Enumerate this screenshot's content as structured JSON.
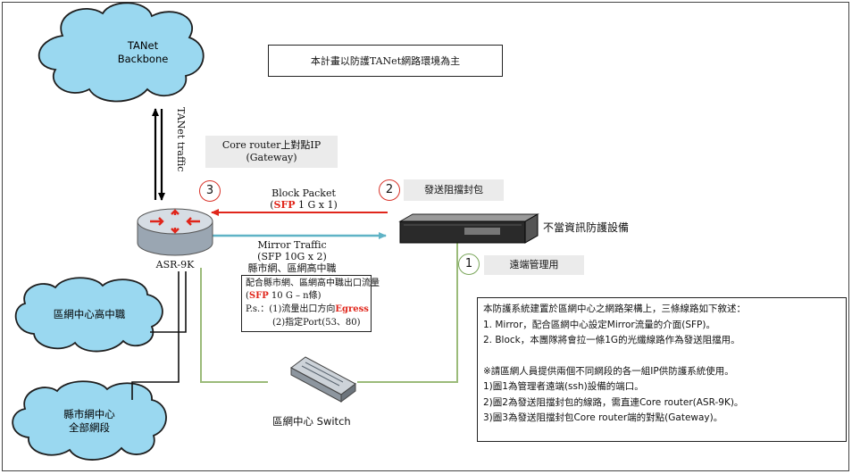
{
  "clouds": {
    "backbone": [
      "TANet",
      "Backbone"
    ],
    "school": "區網中心高中職",
    "county": [
      "縣市網中心",
      "全部網段"
    ]
  },
  "title_box": "本計畫以防護TANet網路環境為主",
  "vertical_label": "TANet traffic",
  "core_router_note": [
    "Core router上對點IP",
    "(Gateway)"
  ],
  "router_label": "ASR-9K",
  "badges": {
    "one": "1",
    "two": "2",
    "three": "3"
  },
  "block_packet": {
    "line1": "Block Packet",
    "sfp": "SFP",
    "line2_rest": " 1 G x 1)",
    "paren": "("
  },
  "mirror_traffic": {
    "line1": "Mirror Traffic",
    "line2": "(SFP 10G x 2)",
    "line3": "縣市網、區網高中職"
  },
  "mirror_box": {
    "line1": "配合縣市網、區網高中職出口流量",
    "sfp": "SFP",
    "line2_rest": " 10 G – n條)",
    "paren": "(",
    "ps_prefix": "P.s.：(1)流量出口方向",
    "egress": "Egress",
    "line4": "(2)指定Port(53、80)"
  },
  "block_box": "發送阻擋封包",
  "mgmt_box": "遠端管理用",
  "device_label": "不當資訊防護設備",
  "switch_label": "區網中心 Switch",
  "info_box": {
    "lines": [
      "本防護系統建置於區網中心之網路架構上，三條線路如下敘述：",
      "1. Mirror，配合區網中心設定Mirror流量的介面(SFP)。",
      "2. Block，本團隊將會拉一條1G的光纖線路作為發送阻擋用。",
      "",
      "※請區網人員提供兩個不同網段的各一組IP供防護系統使用。",
      "1)圖1為管理者遠端(ssh)設備的端口。",
      "2)圖2為發送阻擋封包的線路，需直連Core router(ASR-9K)。",
      "3)圖3為發送阻擋封包Core router端的對點(Gateway)。"
    ]
  },
  "colors": {
    "cloud": "#9ad8f0",
    "cloud_stroke": "#1e1e1e",
    "block_arrow": "#e0261b",
    "mirror_arrow": "#5fb3c6",
    "green_line": "#9bbb7a",
    "router": "#c8cfd6",
    "router_arrows": "#e0261b"
  }
}
